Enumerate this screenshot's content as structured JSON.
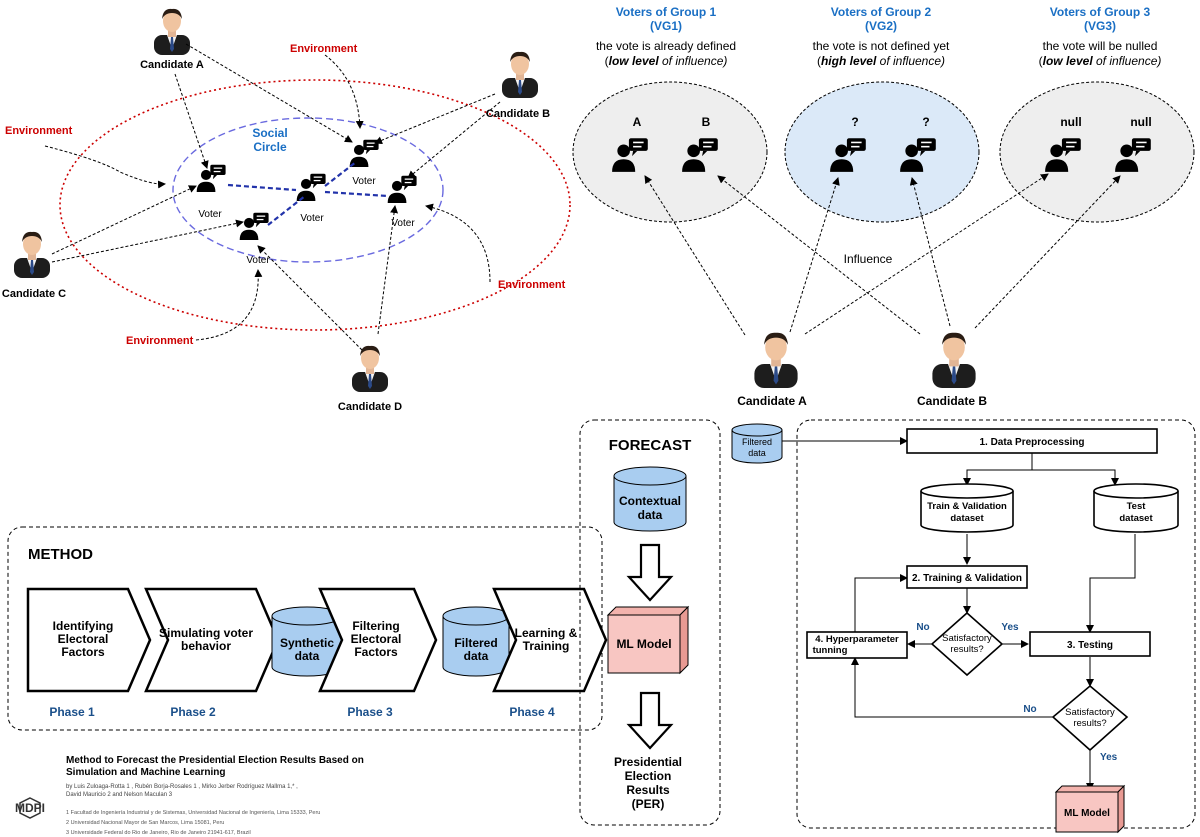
{
  "top_left": {
    "candidates": [
      "Candidate A",
      "Candidate B",
      "Candidate C",
      "Candidate D"
    ],
    "environment_label": "Environment",
    "social_circle_line1": "Social",
    "social_circle_line2": "Circle",
    "voter_label": "Voter"
  },
  "top_right": {
    "groups": [
      {
        "title": "Voters of Group 1",
        "code": "(VG1)",
        "line1": "the vote is already defined",
        "line2_bold": "low level",
        "line2_rest": " of influence)",
        "labels": [
          "A",
          "B"
        ]
      },
      {
        "title": "Voters of Group 2",
        "code": "(VG2)",
        "line1": "the vote is not defined yet",
        "line2_bold": "high level",
        "line2_rest": " of influence)",
        "labels": [
          "?",
          "?"
        ]
      },
      {
        "title": "Voters of Group 3",
        "code": "(VG3)",
        "line1": "the vote will be nulled",
        "line2_bold": "low level",
        "line2_rest": " of influence)",
        "labels": [
          "null",
          "null"
        ]
      }
    ],
    "influence_label": "Influence",
    "candidate_a": "Candidate A",
    "candidate_b": "Candidate B"
  },
  "method": {
    "title": "METHOD",
    "boxes": [
      {
        "line1": "Identifying",
        "line2": "Electoral",
        "line3": "Factors"
      },
      {
        "line1": "Simulating voter",
        "line2": "behavior"
      },
      {
        "line1": "Filtering",
        "line2": "Electoral",
        "line3": "Factors"
      },
      {
        "line1": "Learning &",
        "line2": "Training"
      }
    ],
    "synthetic_data": {
      "line1": "Synthetic",
      "line2": "data"
    },
    "filtered_data": {
      "line1": "Filtered",
      "line2": "data"
    },
    "phases": [
      "Phase 1",
      "Phase 2",
      "Phase 3",
      "Phase 4"
    ]
  },
  "forecast": {
    "title": "FORECAST",
    "contextual": {
      "line1": "Contextual",
      "line2": "data"
    },
    "ml_model": "ML Model",
    "result": {
      "line1": "Presidential",
      "line2": "Election",
      "line3": "Results",
      "line4": "(PER)"
    }
  },
  "flowchart": {
    "filtered_data": {
      "line1": "Filtered",
      "line2": "data"
    },
    "step1": "1. Data Preprocessing",
    "train_db": {
      "line1": "Train & Validation",
      "line2": "dataset"
    },
    "test_db": {
      "line1": "Test",
      "line2": "dataset"
    },
    "step2": "2. Training & Validation",
    "step3": "3. Testing",
    "step4": {
      "line1": "4. Hyperparameter",
      "line2": "tunning"
    },
    "decision": {
      "line1": "Satisfactory",
      "line2": "results?"
    },
    "no": "No",
    "yes": "Yes",
    "ml_model": "ML Model"
  },
  "citation": {
    "title_line1": "Method to Forecast the Presidential Election Results Based on",
    "title_line2": "Simulation and Machine Learning",
    "authors_line1": "by Luis Zuloaga-Rotta 1 , Rubén Borja-Rosales 1 , Mirko Jerber Rodríguez Mallma 1,* ,",
    "authors_line2": "David Mauricio 2 and Nelson Maculan 3",
    "affil1": "1  Facultad de Ingeniería Industrial y de Sistemas, Universidad Nacional de Ingeniería, Lima 15333, Peru",
    "affil2": "2  Universidad Nacional Mayor de San Marcos, Lima 15081, Peru",
    "affil3": "3  Universidade Federal do Rio de Janeiro, Rio de Janeiro 21941-617, Brazil",
    "logo": "MDPI"
  },
  "colors": {
    "red": "#cc0000",
    "blue": "#1a6fc4",
    "cylinder": "#a9cdf0",
    "ml_model": "#f8c6c2",
    "group_bg": "#eeeeee",
    "group2_bg": "#dbe9f8"
  }
}
